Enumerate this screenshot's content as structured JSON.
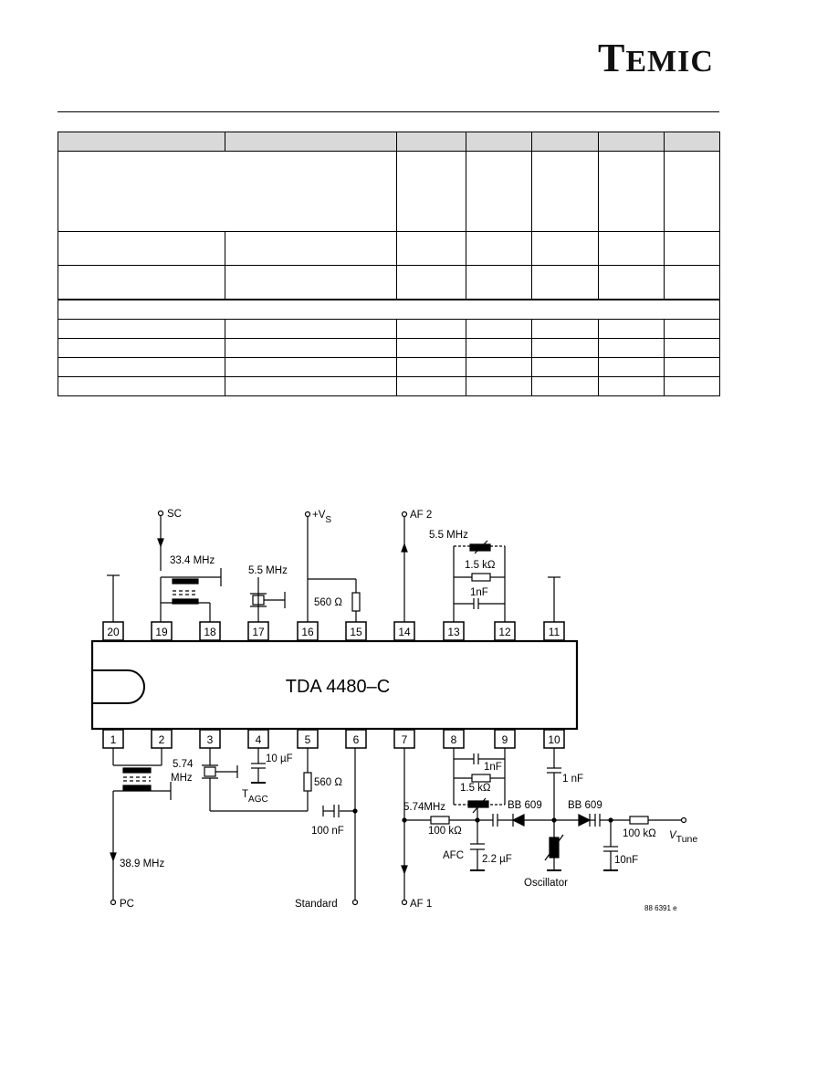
{
  "header": {
    "logo_first": "T",
    "logo_rest": "EMIC"
  },
  "table": {
    "rows": [
      {
        "kind": "hdr",
        "cells": [
          "",
          "",
          "",
          "",
          "",
          "",
          ""
        ]
      },
      {
        "kind": "r1",
        "merge_first": true,
        "cells": [
          "",
          "",
          "",
          "",
          "",
          ""
        ]
      },
      {
        "kind": "r2",
        "cells": [
          "",
          "",
          "",
          "",
          "",
          "",
          ""
        ]
      },
      {
        "kind": "r3",
        "cells": [
          "",
          "",
          "",
          "",
          "",
          "",
          ""
        ]
      },
      {
        "kind": "sec",
        "full": true,
        "cells": [
          ""
        ]
      },
      {
        "kind": "sm",
        "cells": [
          "",
          "",
          "",
          "",
          "",
          "",
          ""
        ]
      },
      {
        "kind": "sm",
        "cells": [
          "",
          "",
          "",
          "",
          "",
          "",
          ""
        ]
      },
      {
        "kind": "sm",
        "cells": [
          "",
          "",
          "",
          "",
          "",
          "",
          ""
        ]
      },
      {
        "kind": "sm",
        "cells": [
          "",
          "",
          "",
          "",
          "",
          "",
          ""
        ]
      }
    ]
  },
  "schematic": {
    "chip_label": "TDA  4480–C",
    "top_pins": [
      "20",
      "19",
      "18",
      "17",
      "16",
      "15",
      "14",
      "13",
      "12",
      "11"
    ],
    "bottom_pins": [
      "1",
      "2",
      "3",
      "4",
      "5",
      "6",
      "7",
      "8",
      "9",
      "10"
    ],
    "labels": {
      "sc": "SC",
      "vs_plus": "+V",
      "vs_sub": "S",
      "af2": "AF 2",
      "f33": "33.4 MHz",
      "f55_top": "5.5 MHz",
      "r560_top": "560 Ω",
      "f55_right": "5.5 MHz",
      "r15_top": "1.5 kΩ",
      "c1nf_top": "1nF",
      "f574_pin3": "5.74",
      "mhz_pin3": "MHz",
      "c10uf": "10 µF",
      "tagc_t": "T",
      "tagc_sub": "AGC",
      "r560_bot": "560 Ω",
      "c100nf": "100 nF",
      "c1nf_89": "1nF",
      "r15_bot": "1.5 kΩ",
      "f574_af": "5.74MHz",
      "r100k_left": "100 kΩ",
      "afc": "AFC",
      "c22uf": "2.2 µF",
      "bb609_left": "BB 609",
      "bb609_right": "BB 609",
      "c1nf_10": "1 nF",
      "r100k_right": "100 kΩ",
      "vtune_v": "V",
      "vtune_sub": "Tune",
      "c10nf": "10nF",
      "oscillator": "Oscillator",
      "f389": "38.9 MHz",
      "pc": "PC",
      "standard": "Standard",
      "af1": "AF 1",
      "fig_code": "88 6391 e"
    }
  }
}
